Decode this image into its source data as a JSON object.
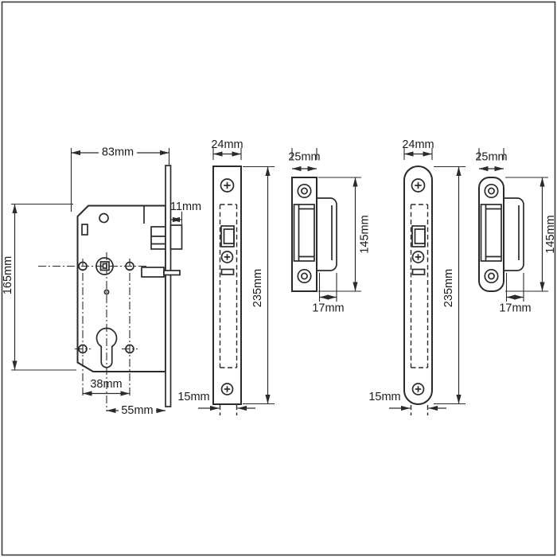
{
  "drawing": {
    "description": "Mortice sashlock dimensional drawing with five views",
    "colors": {
      "line": "#2b2b2b",
      "background": "#ffffff"
    },
    "views": {
      "lock_case": {
        "name": "lock case side view",
        "width_label": "83mm",
        "height_label": "165mm",
        "bolt_projection_label": "11mm",
        "centres_label": "38mm",
        "backset_label": "55mm"
      },
      "forend_square": {
        "name": "square-end forend front view",
        "width_label": "24mm",
        "length_label": "235mm",
        "case_thickness_label": "15mm"
      },
      "strike_square": {
        "name": "square-end strike plate front view",
        "width_label": "25mm",
        "length_label": "145mm",
        "lip_label": "17mm"
      },
      "forend_radius": {
        "name": "radius-end forend front view",
        "width_label": "24mm",
        "length_label": "235mm",
        "case_thickness_label": "15mm"
      },
      "strike_radius": {
        "name": "radius-end strike plate front view",
        "width_label": "25mm",
        "length_label": "145mm",
        "lip_label": "17mm"
      }
    }
  }
}
